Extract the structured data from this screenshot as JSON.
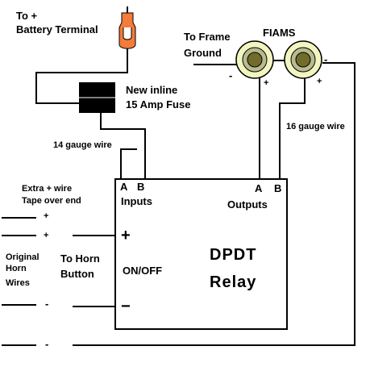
{
  "labels": {
    "battery_line1": "To +",
    "battery_line2": "Battery Terminal",
    "frame_line1": "To Frame",
    "frame_line2": "Ground",
    "fiams": "FIAMS",
    "fuse_line1": "New inline",
    "fuse_line2": "15 Amp Fuse",
    "gauge14": "14 gauge wire",
    "gauge16": "16 gauge wire",
    "extra_line1": "Extra + wire",
    "extra_line2": "Tape over end",
    "original_line1": "Original",
    "original_line2": "Horn",
    "original_line3": "Wires",
    "horn_line1": "To Horn",
    "horn_line2": "Button",
    "onoff": "ON/OFF",
    "relay_line1": "DPDT",
    "relay_line2": "Relay",
    "inputs": "Inputs",
    "outputs": "Outputs",
    "in_a": "A",
    "in_b": "B",
    "out_a": "A",
    "out_b": "B",
    "relay_plus": "+",
    "relay_minus": "−",
    "wire1_sign": "+",
    "wire2_sign": "+",
    "wire3_sign": "-",
    "wire4_sign": "-",
    "horn1_minus": "-",
    "horn1_plus": "+",
    "horn2_minus": "-",
    "horn2_plus": "+"
  },
  "colors": {
    "terminal_fill": "#f47b3a",
    "horn_outer": "#f3f5c0",
    "horn_ring": "#b8bb8e",
    "horn_inner": "#716c2c",
    "fuse": "#000000",
    "wire": "#000000"
  }
}
